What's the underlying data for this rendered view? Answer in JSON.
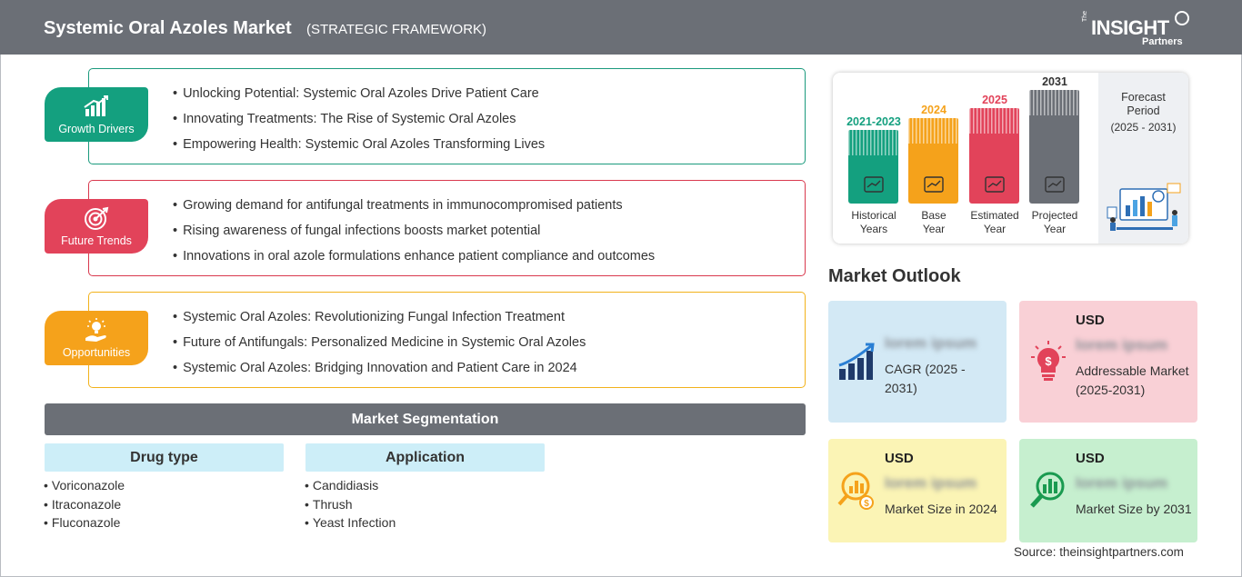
{
  "header": {
    "title": "Systemic Oral Azoles Market",
    "subtitle": "(STRATEGIC FRAMEWORK)",
    "logo": {
      "the": "The",
      "insight": "INSIGHT",
      "partners": "Partners"
    }
  },
  "sections": {
    "growth": {
      "label": "Growth Drivers",
      "color": "#14a07f",
      "items": [
        "Unlocking Potential: Systemic Oral Azoles Drive Patient Care",
        "Innovating Treatments: The Rise of Systemic Oral Azoles",
        "Empowering Health: Systemic Oral Azoles Transforming Lives"
      ]
    },
    "trends": {
      "label": "Future Trends",
      "color": "#e2435a",
      "items": [
        "Growing demand for antifungal treatments in immunocompromised patients",
        "Rising awareness of fungal infections boosts market potential",
        "Innovations in oral azole formulations enhance patient compliance and outcomes"
      ]
    },
    "opportunities": {
      "label": "Opportunities",
      "color": "#f5a21b",
      "items": [
        "Systemic Oral Azoles: Revolutionizing Fungal Infection Treatment",
        "Future of Antifungals: Personalized Medicine in Systemic Oral Azoles",
        "Systemic Oral Azoles: Bridging Innovation and Patient Care in 2024"
      ]
    }
  },
  "segmentation": {
    "title": "Market Segmentation",
    "drug_type": {
      "title": "Drug type",
      "items": [
        "Voriconazole",
        "Itraconazole",
        "Fluconazole"
      ]
    },
    "application": {
      "title": "Application",
      "items": [
        "Candidiasis",
        "Thrush",
        "Yeast Infection"
      ]
    }
  },
  "timeline": {
    "bars": [
      {
        "year": "2021-2023",
        "label1": "Historical",
        "label2": "Years",
        "color": "#14a07f"
      },
      {
        "year": "2024",
        "label1": "Base",
        "label2": "Year",
        "color": "#f5a21b"
      },
      {
        "year": "2025",
        "label1": "Estimated",
        "label2": "Year",
        "color": "#e2435a"
      },
      {
        "year": "2031",
        "label1": "Projected",
        "label2": "Year",
        "color": "#6b6f76"
      }
    ],
    "forecast": {
      "title_line1": "Forecast",
      "title_line2": "Period",
      "period": "(2025 - 2031)"
    }
  },
  "outlook": {
    "title": "Market Outlook",
    "boxes": {
      "cagr": {
        "value": "lorem ipsum",
        "desc": "CAGR (2025 - 2031)",
        "color": "#d3e9f5",
        "icon": "growth-chart-icon"
      },
      "addressable": {
        "usd": "USD",
        "value": "lorem ipsum",
        "desc": "Addressable Market (2025-2031)",
        "color": "#f9d0d6",
        "icon": "dollar-bulb-icon"
      },
      "size2024": {
        "usd": "USD",
        "value": "lorem ipsum",
        "desc": "Market Size in 2024",
        "color": "#fbf4b5",
        "icon": "dollar-search-icon"
      },
      "size2031": {
        "usd": "USD",
        "value": "lorem ipsum",
        "desc": "Market Size by 2031",
        "color": "#c6efcf",
        "icon": "chart-search-icon"
      }
    }
  },
  "source": "Source: theinsightpartners.com"
}
